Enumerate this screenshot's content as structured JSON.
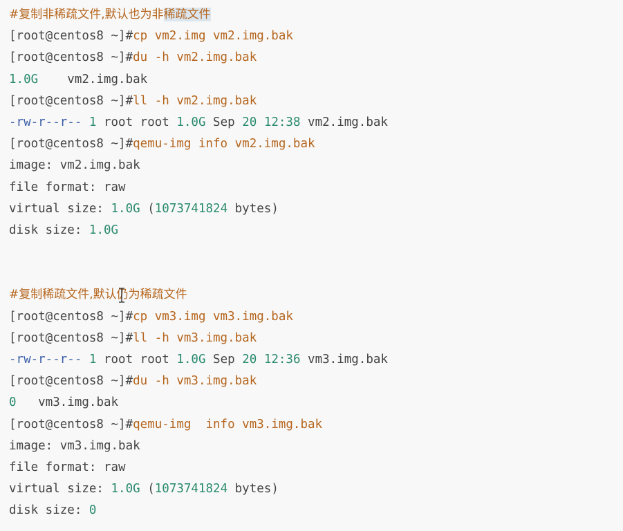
{
  "section1": {
    "comment_a": "#复制非稀疏文件,默认也为非",
    "comment_b": "稀疏文件",
    "lines": {
      "l1_prompt": "[root@centos8 ~]#",
      "l1_cmd": "cp vm2.img vm2.img.bak",
      "l2_prompt": "[root@centos8 ~]#",
      "l2_cmd": "du -h vm2.img.bak",
      "l3_size": "1.0G",
      "l3_name": "    vm2.img.bak",
      "l4_prompt": "[root@centos8 ~]#",
      "l4_cmd": "ll -h vm2.img.bak",
      "l5_perm": "-rw-r--r--",
      "l5_links": "1",
      "l5_owner": " root root ",
      "l5_size": "1.0G",
      "l5_month": " Sep ",
      "l5_day": "20",
      "l5_time": "12:38",
      "l5_name": " vm2.img.bak",
      "l6_prompt": "[root@centos8 ~]#",
      "l6_cmd": "qemu-img info vm2.img.bak",
      "l7": "image: vm2.img.bak",
      "l8": "file format: raw",
      "l9_label": "virtual size: ",
      "l9_size": "1.0G",
      "l9_bytes_a": " (",
      "l9_bytes_num": "1073741824",
      "l9_bytes_b": " bytes)",
      "l10_label": "disk size: ",
      "l10_size": "1.0G"
    }
  },
  "section2": {
    "comment": "#复制稀疏文件,默认仍为稀疏文件",
    "lines": {
      "l1_prompt": "[root@centos8 ~]#",
      "l1_cmd": "cp vm3.img vm3.img.bak",
      "l2_prompt": "[root@centos8 ~]#",
      "l2_cmd": "ll -h vm3.img.bak",
      "l3_perm": "-rw-r--r--",
      "l3_links": "1",
      "l3_owner": " root root ",
      "l3_size": "1.0G",
      "l3_month": " Sep ",
      "l3_day": "20",
      "l3_time": "12:36",
      "l3_name": " vm3.img.bak",
      "l4_prompt": "[root@centos8 ~]#",
      "l4_cmd": "du -h vm3.img.bak",
      "l5_size": "0",
      "l5_name": "   vm3.img.bak",
      "l6_prompt": "[root@centos8 ~]#",
      "l6_cmd": "qemu-img  info vm3.img.bak",
      "l7": "image: vm3.img.bak",
      "l8": "file format: raw",
      "l9_label": "virtual size: ",
      "l9_size": "1.0G",
      "l9_bytes_a": " (",
      "l9_bytes_num": "1073741824",
      "l9_bytes_b": " bytes)",
      "l10_label": "disk size: ",
      "l10_size": "0"
    }
  },
  "icons": {
    "cursor": "text-cursor-icon"
  },
  "colors": {
    "background": "#f8f8f8",
    "comment": "#b5651d",
    "command": "#b5651d",
    "number": "#2a8a6e",
    "permission": "#3b5fa8",
    "text": "#444444",
    "highlight": "#dce6ef"
  }
}
